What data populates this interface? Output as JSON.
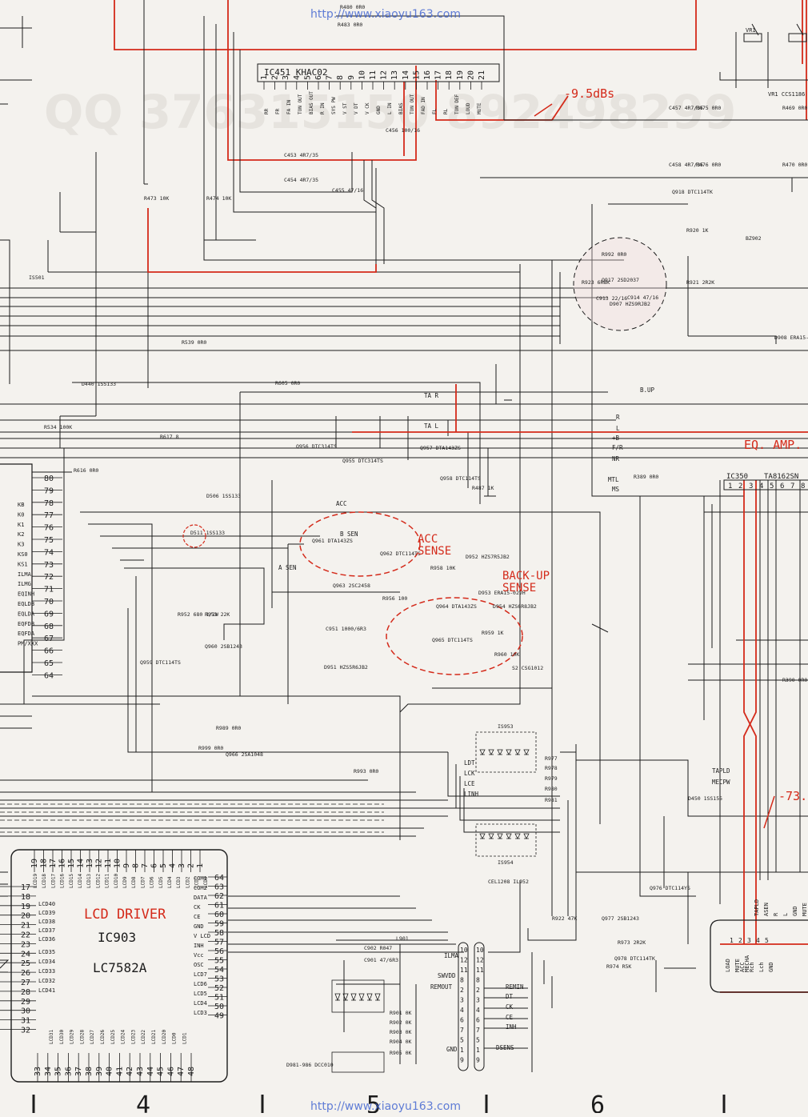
{
  "watermark": {
    "url": "http://www.xiaoyu163.com",
    "qq": "QQ 376315150  892498299"
  },
  "colors": {
    "ink": "#1c1c1c",
    "red": "#d42a1a",
    "paper": "#f4f2ee",
    "watermark_url": "#3a5fd0",
    "watermark_faint": "#e6e3de"
  },
  "ic451": {
    "title": "IC451  KHAC02",
    "pin_numbers": [
      "1",
      "2",
      "3",
      "4",
      "5",
      "6",
      "7",
      "8",
      "9",
      "10",
      "11",
      "12",
      "13",
      "14",
      "15",
      "16",
      "17",
      "18",
      "19",
      "20",
      "21"
    ],
    "pin_labels": [
      "RR",
      "FR",
      "FA IN",
      "TON OUT",
      "BIAS OUT",
      "R IN",
      "SYS PW",
      "V ST",
      "V DT",
      "V CK",
      "GND",
      "L IN",
      "BIAS",
      "TON OUT",
      "FAD IN",
      "FL",
      "RL",
      "TON DEF",
      "LOUD",
      "MUTE"
    ]
  },
  "ic903": {
    "title": "LCD DRIVER",
    "ref": "IC903",
    "part": "LC7582A",
    "top_pins": [
      "19",
      "18",
      "17",
      "16",
      "15",
      "14",
      "13",
      "12",
      "11",
      "10",
      "9",
      "8",
      "7",
      "6",
      "5",
      "4",
      "3",
      "2",
      "1"
    ],
    "top_labels": [
      "LCD19",
      "LCD18",
      "LCD17",
      "LCD16",
      "LCD15",
      "LCD14",
      "LCD13",
      "LCD12",
      "LCD11",
      "LCD10",
      "LCD9",
      "LCD8",
      "LCD7",
      "LCD6",
      "LCD5",
      "LCD4",
      "LCD3",
      "LCD2",
      "LCD1",
      "LCD0"
    ],
    "left_pins": [
      "17",
      "18",
      "19",
      "20",
      "21",
      "22",
      "23",
      "24",
      "25",
      "26",
      "27",
      "28",
      "29",
      "30",
      "31",
      "32"
    ],
    "left_labels": [
      "LCD40",
      "LCD39",
      "LCD38",
      "LCD37",
      "LCD36",
      "LCD35",
      "LCD34",
      "LCD33",
      "LCD32",
      "LCD41"
    ],
    "right_pins": [
      "64",
      "63",
      "62",
      "61",
      "60",
      "59",
      "58",
      "57",
      "56",
      "55",
      "54",
      "53",
      "52",
      "51",
      "50",
      "49"
    ],
    "right_labels": [
      "COM1",
      "COM2",
      "DATA",
      "CK",
      "CE",
      "GND",
      "V LCD",
      "INH",
      "Vcc",
      "OSC",
      "LCD7",
      "LCD6",
      "LCD5",
      "LCD4",
      "LCD3"
    ],
    "bottom_pins": [
      "33",
      "34",
      "35",
      "36",
      "37",
      "38",
      "39",
      "40",
      "41",
      "42",
      "43",
      "44",
      "45",
      "46",
      "47",
      "48"
    ],
    "bottom_labels": [
      "LCD31",
      "LCD30",
      "LCD29",
      "LCD28",
      "LCD27",
      "LCD26",
      "LCD25",
      "LCD24",
      "LCD23",
      "LCD22",
      "LCD21",
      "LCD20",
      "LCD0",
      "LCD1"
    ]
  },
  "mcu_pins": {
    "numbers": [
      "80",
      "79",
      "78",
      "77",
      "76",
      "75",
      "74",
      "73",
      "72",
      "71",
      "70",
      "69",
      "68",
      "67",
      "66",
      "65",
      "64"
    ],
    "labels": [
      "KB",
      "K0",
      "K1",
      "K2",
      "K3",
      "KS0",
      "KS1",
      "ILMA",
      "ILMG",
      "EQINH",
      "EQLDB",
      "EQLDA",
      "EQFDB",
      "EQFDA",
      "PM/XXX"
    ]
  },
  "ic350": {
    "ref": "IC350",
    "part": "TA8162SN",
    "pins": [
      "1",
      "2",
      "3",
      "4",
      "5",
      "6",
      "7",
      "8"
    ]
  },
  "annotations": {
    "db_red": "-9.5dBs",
    "db_red2": "-73.",
    "eq_amp": "EQ. AMP.",
    "acc_sense": "ACC\nSENSE",
    "backup_sense": "BACK-UP\nSENSE",
    "column_numbers": [
      "4",
      "5",
      "6"
    ]
  },
  "signal_labels": [
    "TA R",
    "TA L",
    "B.UP",
    "R",
    "L",
    "+B",
    "F/R",
    "NR",
    "MTL",
    "MS",
    "ACC",
    "B SEN",
    "A SEN",
    "LDT",
    "LCK",
    "LCE",
    "LINH",
    "TAPLD",
    "MECPW",
    "REMIN",
    "DT",
    "CK",
    "CE",
    "INH",
    "DSENS",
    "GND",
    "ILMA",
    "SWVDD",
    "REMOUT"
  ],
  "components": [
    {
      "ref": "R480",
      "val": "0R0"
    },
    {
      "ref": "R483",
      "val": "0R0"
    },
    {
      "ref": "C457",
      "val": "4R7/35"
    },
    {
      "ref": "R475",
      "val": "0R0"
    },
    {
      "ref": "R469",
      "val": "0R0"
    },
    {
      "ref": "C458",
      "val": "4R7/35"
    },
    {
      "ref": "R476",
      "val": "0R0"
    },
    {
      "ref": "R470",
      "val": "0R0"
    },
    {
      "ref": "C453",
      "val": "4R7/35"
    },
    {
      "ref": "C454",
      "val": "4R7/35"
    },
    {
      "ref": "C455",
      "val": "47/16"
    },
    {
      "ref": "C456",
      "val": "100/16"
    },
    {
      "ref": "R473",
      "val": "10K"
    },
    {
      "ref": "R474",
      "val": "10K"
    },
    {
      "ref": "Q918",
      "val": "DTC114TK"
    },
    {
      "ref": "R920",
      "val": "1K"
    },
    {
      "ref": "BZ902",
      "val": ""
    },
    {
      "ref": "R992",
      "val": "0R0"
    },
    {
      "ref": "Q917",
      "val": "2SD2037"
    },
    {
      "ref": "R923",
      "val": "6R8K"
    },
    {
      "ref": "C913",
      "val": "22/16"
    },
    {
      "ref": "D907",
      "val": "HZS9RJB2"
    },
    {
      "ref": "C914",
      "val": "47/16"
    },
    {
      "ref": "R921",
      "val": "2R2K"
    },
    {
      "ref": "D908",
      "val": "ERA15-02VH"
    },
    {
      "ref": "IS501",
      "val": ""
    },
    {
      "ref": "R539",
      "val": "0R0"
    },
    {
      "ref": "D440",
      "val": "1SS133"
    },
    {
      "ref": "R605",
      "val": "0R0"
    },
    {
      "ref": "R534",
      "val": "100K"
    },
    {
      "ref": "R617",
      "val": "8"
    },
    {
      "ref": "R616",
      "val": "0R0"
    },
    {
      "ref": "Q956",
      "val": "DTC314TS"
    },
    {
      "ref": "Q955",
      "val": "DTC314TS"
    },
    {
      "ref": "Q957",
      "val": "DTA143ZS"
    },
    {
      "ref": "Q958",
      "val": "DTC114TS"
    },
    {
      "ref": "R487",
      "val": "1K"
    },
    {
      "ref": "D506",
      "val": "1SS133"
    },
    {
      "ref": "D511",
      "val": "1SS133"
    },
    {
      "ref": "Q961",
      "val": "DTA143ZS"
    },
    {
      "ref": "Q962",
      "val": "DTC114TS"
    },
    {
      "ref": "D952",
      "val": "HZS7R5JB2"
    },
    {
      "ref": "R958",
      "val": "10K"
    },
    {
      "ref": "Q963",
      "val": "2SC2458"
    },
    {
      "ref": "R956",
      "val": "100"
    },
    {
      "ref": "D953",
      "val": "ERA15-02VH"
    },
    {
      "ref": "C951",
      "val": "1000/6R3"
    },
    {
      "ref": "Q964",
      "val": "DTA143ZS"
    },
    {
      "ref": "Q965",
      "val": "DTC114TS"
    },
    {
      "ref": "R959",
      "val": "1K"
    },
    {
      "ref": "D954",
      "val": "HZS6R8JB2"
    },
    {
      "ref": "R960",
      "val": "10K"
    },
    {
      "ref": "S2",
      "val": "CSG1012"
    },
    {
      "ref": "R952",
      "val": "680 1/2W"
    },
    {
      "ref": "R953",
      "val": "22K"
    },
    {
      "ref": "Q960",
      "val": "2SB1243"
    },
    {
      "ref": "Q959",
      "val": "DTC114TS"
    },
    {
      "ref": "D951",
      "val": "HZS5R6JB2"
    },
    {
      "ref": "R989",
      "val": "0R0"
    },
    {
      "ref": "R999",
      "val": "0R0"
    },
    {
      "ref": "Q966",
      "val": "2SA1048"
    },
    {
      "ref": "R993",
      "val": "0R0"
    },
    {
      "ref": "IS953",
      "val": ""
    },
    {
      "ref": "IS954",
      "val": ""
    },
    {
      "ref": "R977",
      "val": ""
    },
    {
      "ref": "R978",
      "val": ""
    },
    {
      "ref": "R979",
      "val": ""
    },
    {
      "ref": "R980",
      "val": ""
    },
    {
      "ref": "R981",
      "val": ""
    },
    {
      "ref": "R389",
      "val": "0R0"
    },
    {
      "ref": "R390",
      "val": "0R0"
    },
    {
      "ref": "D450",
      "val": "1SS155"
    },
    {
      "ref": "Q976",
      "val": "DTC114YS"
    },
    {
      "ref": "Q977",
      "val": "2SB1243"
    },
    {
      "ref": "Q978",
      "val": "DTC114TK"
    },
    {
      "ref": "R973",
      "val": "2R2K"
    },
    {
      "ref": "R974",
      "val": "R5K"
    },
    {
      "ref": "R922",
      "val": "47K"
    },
    {
      "ref": "CEL1208",
      "val": "IL952"
    },
    {
      "ref": "L901",
      "val": ""
    },
    {
      "ref": "C902",
      "val": "R047"
    },
    {
      "ref": "C901",
      "val": "47/6R3"
    },
    {
      "ref": "R901",
      "val": "0K"
    },
    {
      "ref": "R902",
      "val": "0K"
    },
    {
      "ref": "R903",
      "val": "0K"
    },
    {
      "ref": "R904",
      "val": "0K"
    },
    {
      "ref": "R905",
      "val": "0K"
    },
    {
      "ref": "D981-986",
      "val": "DCC010"
    },
    {
      "ref": "VR1",
      "val": "CCS1186"
    }
  ],
  "connector_left": [
    "10",
    "12",
    "11",
    "8",
    "2",
    "3",
    "4",
    "6",
    "7",
    "5",
    "1",
    "9"
  ],
  "connector_right": [
    "10",
    "12",
    "11",
    "8",
    "2",
    "3",
    "4",
    "6",
    "7",
    "5",
    "1",
    "9"
  ],
  "connector_pins_right_labels": [
    "ACC",
    "Rch",
    "Lch",
    "GND"
  ],
  "bottom_right_labels": [
    "LOAD",
    "MUTE",
    "MECHA",
    "TAPLD",
    "ASEN",
    "R",
    "L",
    "GND",
    "MUTE"
  ]
}
